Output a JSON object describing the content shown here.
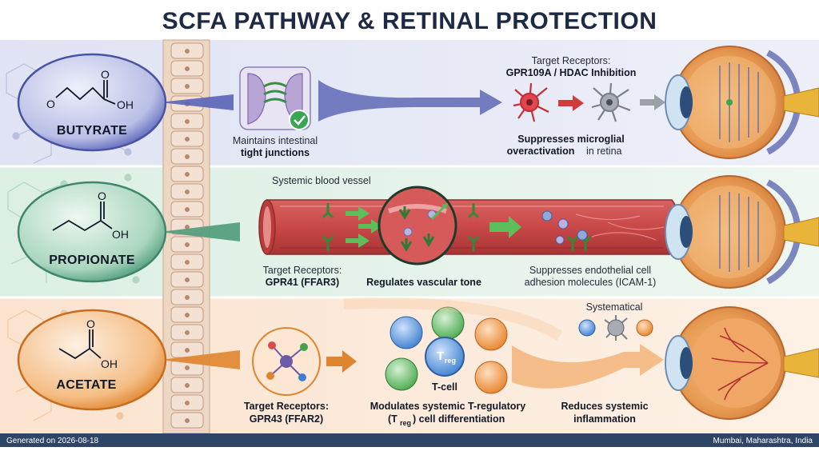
{
  "title": "SCFA PATHWAY & RETINAL PROTECTION",
  "butyrate": {
    "name": "BUTYRATE",
    "atom_o1": "O",
    "atom_o2": "O",
    "atom_oh": "OH",
    "junction_caption_line1": "Maintains intestinal",
    "junction_caption_line2": "tight junctions",
    "receptor_label_line1": "Target Receptors:",
    "receptor_label_line2": "GPR109A / HDAC Inhibition",
    "effect_line1": "Suppresses microglial",
    "effect_line2_bold": "overactivation",
    "effect_line2_rest": " in retina"
  },
  "propionate": {
    "name": "PROPIONATE",
    "atom_o": "O",
    "atom_oh": "OH",
    "vessel_label": "Systemic blood vessel",
    "receptor_label_line1": "Target Receptors:",
    "receptor_label_line2": "GPR41 (FFAR3)",
    "vascular_caption": "Regulates vascular tone",
    "effect_line1": "Suppresses endothelial cell",
    "effect_line2": "adhesion molecules (ICAM-1)"
  },
  "acetate": {
    "name": "ACETATE",
    "atom_o": "O",
    "atom_oh": "OH",
    "receptor_label_line1": "Target Receptors:",
    "receptor_label_line2": "GPR43 (FFAR2)",
    "treg_cell_label": "T",
    "treg_cell_sub": "reg",
    "tcell_label": "T-cell",
    "modulates_line1": "Modulates systemic T-regulatory",
    "modulates_line2_pre": "(T",
    "modulates_line2_sub": "reg",
    "modulates_line2_post": ") cell differentiation",
    "systematical_label": "Systematical",
    "effect_line1": "Reduces systemic",
    "effect_line2": "inflammation"
  },
  "footer": {
    "generated": "Generated on 2026-08-18",
    "location": "Mumbai, Maharashtra, India"
  },
  "colors": {
    "butyrate": "#5a64b8",
    "propionate": "#4f9b7a",
    "acetate": "#e0852f",
    "footer": "#2f4566",
    "vessel": "#c94848"
  }
}
